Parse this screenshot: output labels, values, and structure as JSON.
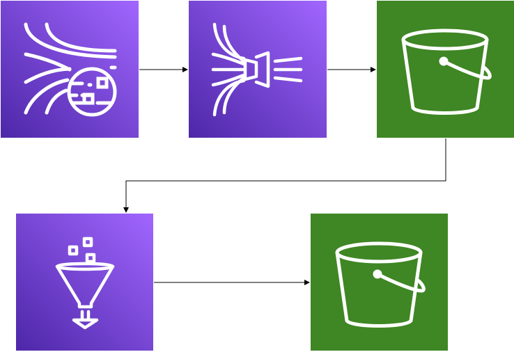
{
  "colors": {
    "analytics_gradient_start": "#4d27a8",
    "analytics_gradient_end": "#a166ff",
    "storage_fill": "#3f8624",
    "icon_stroke": "#ffffff",
    "connector": "#000000"
  },
  "nodes": [
    {
      "id": "data-streams",
      "icon": "kinesis-data-streams-icon",
      "category": "analytics"
    },
    {
      "id": "firehose",
      "icon": "kinesis-firehose-icon",
      "category": "analytics"
    },
    {
      "id": "bucket-raw",
      "icon": "s3-bucket-icon",
      "category": "storage"
    },
    {
      "id": "glue",
      "icon": "glue-funnel-icon",
      "category": "analytics"
    },
    {
      "id": "bucket-processed",
      "icon": "s3-bucket-icon",
      "category": "storage"
    }
  ],
  "edges": [
    {
      "from": "data-streams",
      "to": "firehose"
    },
    {
      "from": "firehose",
      "to": "bucket-raw"
    },
    {
      "from": "bucket-raw",
      "to": "glue"
    },
    {
      "from": "glue",
      "to": "bucket-processed"
    }
  ]
}
